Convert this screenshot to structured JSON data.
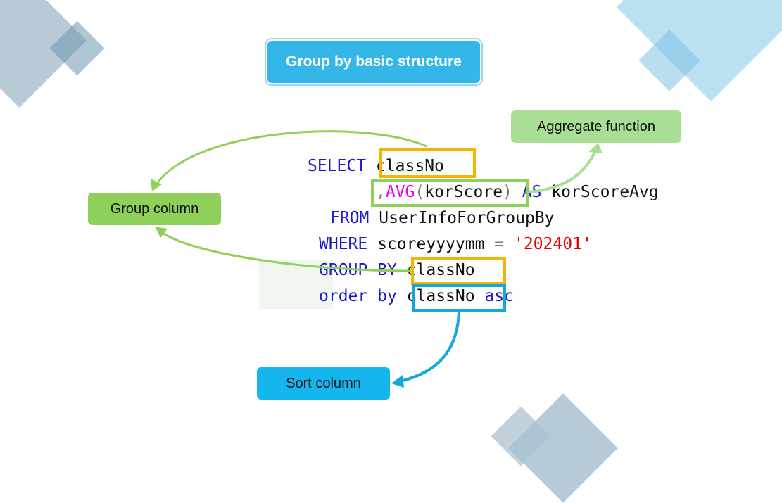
{
  "title": "Group by basic structure",
  "labels": {
    "aggregate": "Aggregate function",
    "group": "Group column",
    "sort": "Sort column"
  },
  "code": {
    "l1_kw": "SELECT",
    "l1_col": "classNo",
    "l2_comma": ",",
    "l2_fn": "AVG",
    "l2_open": "(",
    "l2_arg": "korScore",
    "l2_close": ")",
    "l2_as": "AS",
    "l2_alias": "korScoreAvg",
    "l3_kw": "FROM",
    "l3_table": "UserInfoForGroupBy",
    "l4_kw": "WHERE",
    "l4_col": "scoreyyyymm",
    "l4_op": "=",
    "l4_val": "'202401'",
    "l5_kw1": "GROUP",
    "l5_kw2": "BY",
    "l5_col": "classNo",
    "l6_kw1": "order",
    "l6_kw2": "by",
    "l6_col": "classNo",
    "l6_dir": "asc"
  },
  "colors": {
    "keyword": "#1a1acd",
    "function": "#ee00ee",
    "string": "#e00000",
    "group_highlight": "#f4b400",
    "aggregate_highlight": "#8fd05a",
    "sort_highlight": "#13a7e0"
  }
}
